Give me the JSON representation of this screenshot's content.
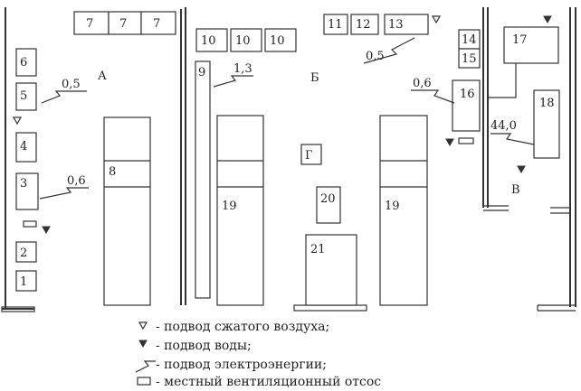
{
  "rooms": {
    "a": "А",
    "b": "Б",
    "v": "В",
    "g": "Г"
  },
  "equipment": {
    "e1": "1",
    "e2": "2",
    "e3": "3",
    "e4": "4",
    "e5": "5",
    "e6": "6",
    "e7": "7",
    "e8": "8",
    "e9": "9",
    "e10": "10",
    "e11": "11",
    "e12": "12",
    "e13": "13",
    "e14": "14",
    "e15": "15",
    "e16": "16",
    "e17": "17",
    "e18": "18",
    "e19": "19",
    "e20": "20",
    "e21": "21"
  },
  "power": {
    "p1": "0,5",
    "p2": "0,6",
    "p3": "1,3",
    "p4": "0,5",
    "p5": "0,6",
    "p6": "44,0"
  },
  "legend": {
    "air": "- подвод сжатого воздуха;",
    "water": "- подвод воды;",
    "power": "- подвод электроэнергии;",
    "vent": "- местный вентиляционный отсос"
  }
}
